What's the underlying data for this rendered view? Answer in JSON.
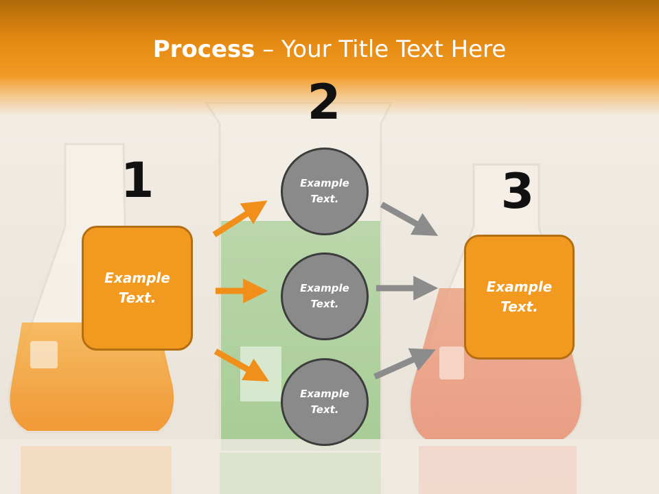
{
  "slide": {
    "title_bold": "Process",
    "title_rest": " – Your Title Text Here",
    "steps": [
      "1",
      "2",
      "3"
    ],
    "left_box": "Example Text.",
    "right_box": "Example Text.",
    "circles": [
      "Example Text.",
      "Example Text.",
      "Example Text."
    ]
  },
  "colors": {
    "accent": "#f29a1f",
    "circle_fill": "#8a8a8a",
    "orange_arrow": "#f0901a",
    "gray_arrow": "#8c8c8c"
  },
  "background": {
    "icon": "laboratory-glassware-photo"
  }
}
